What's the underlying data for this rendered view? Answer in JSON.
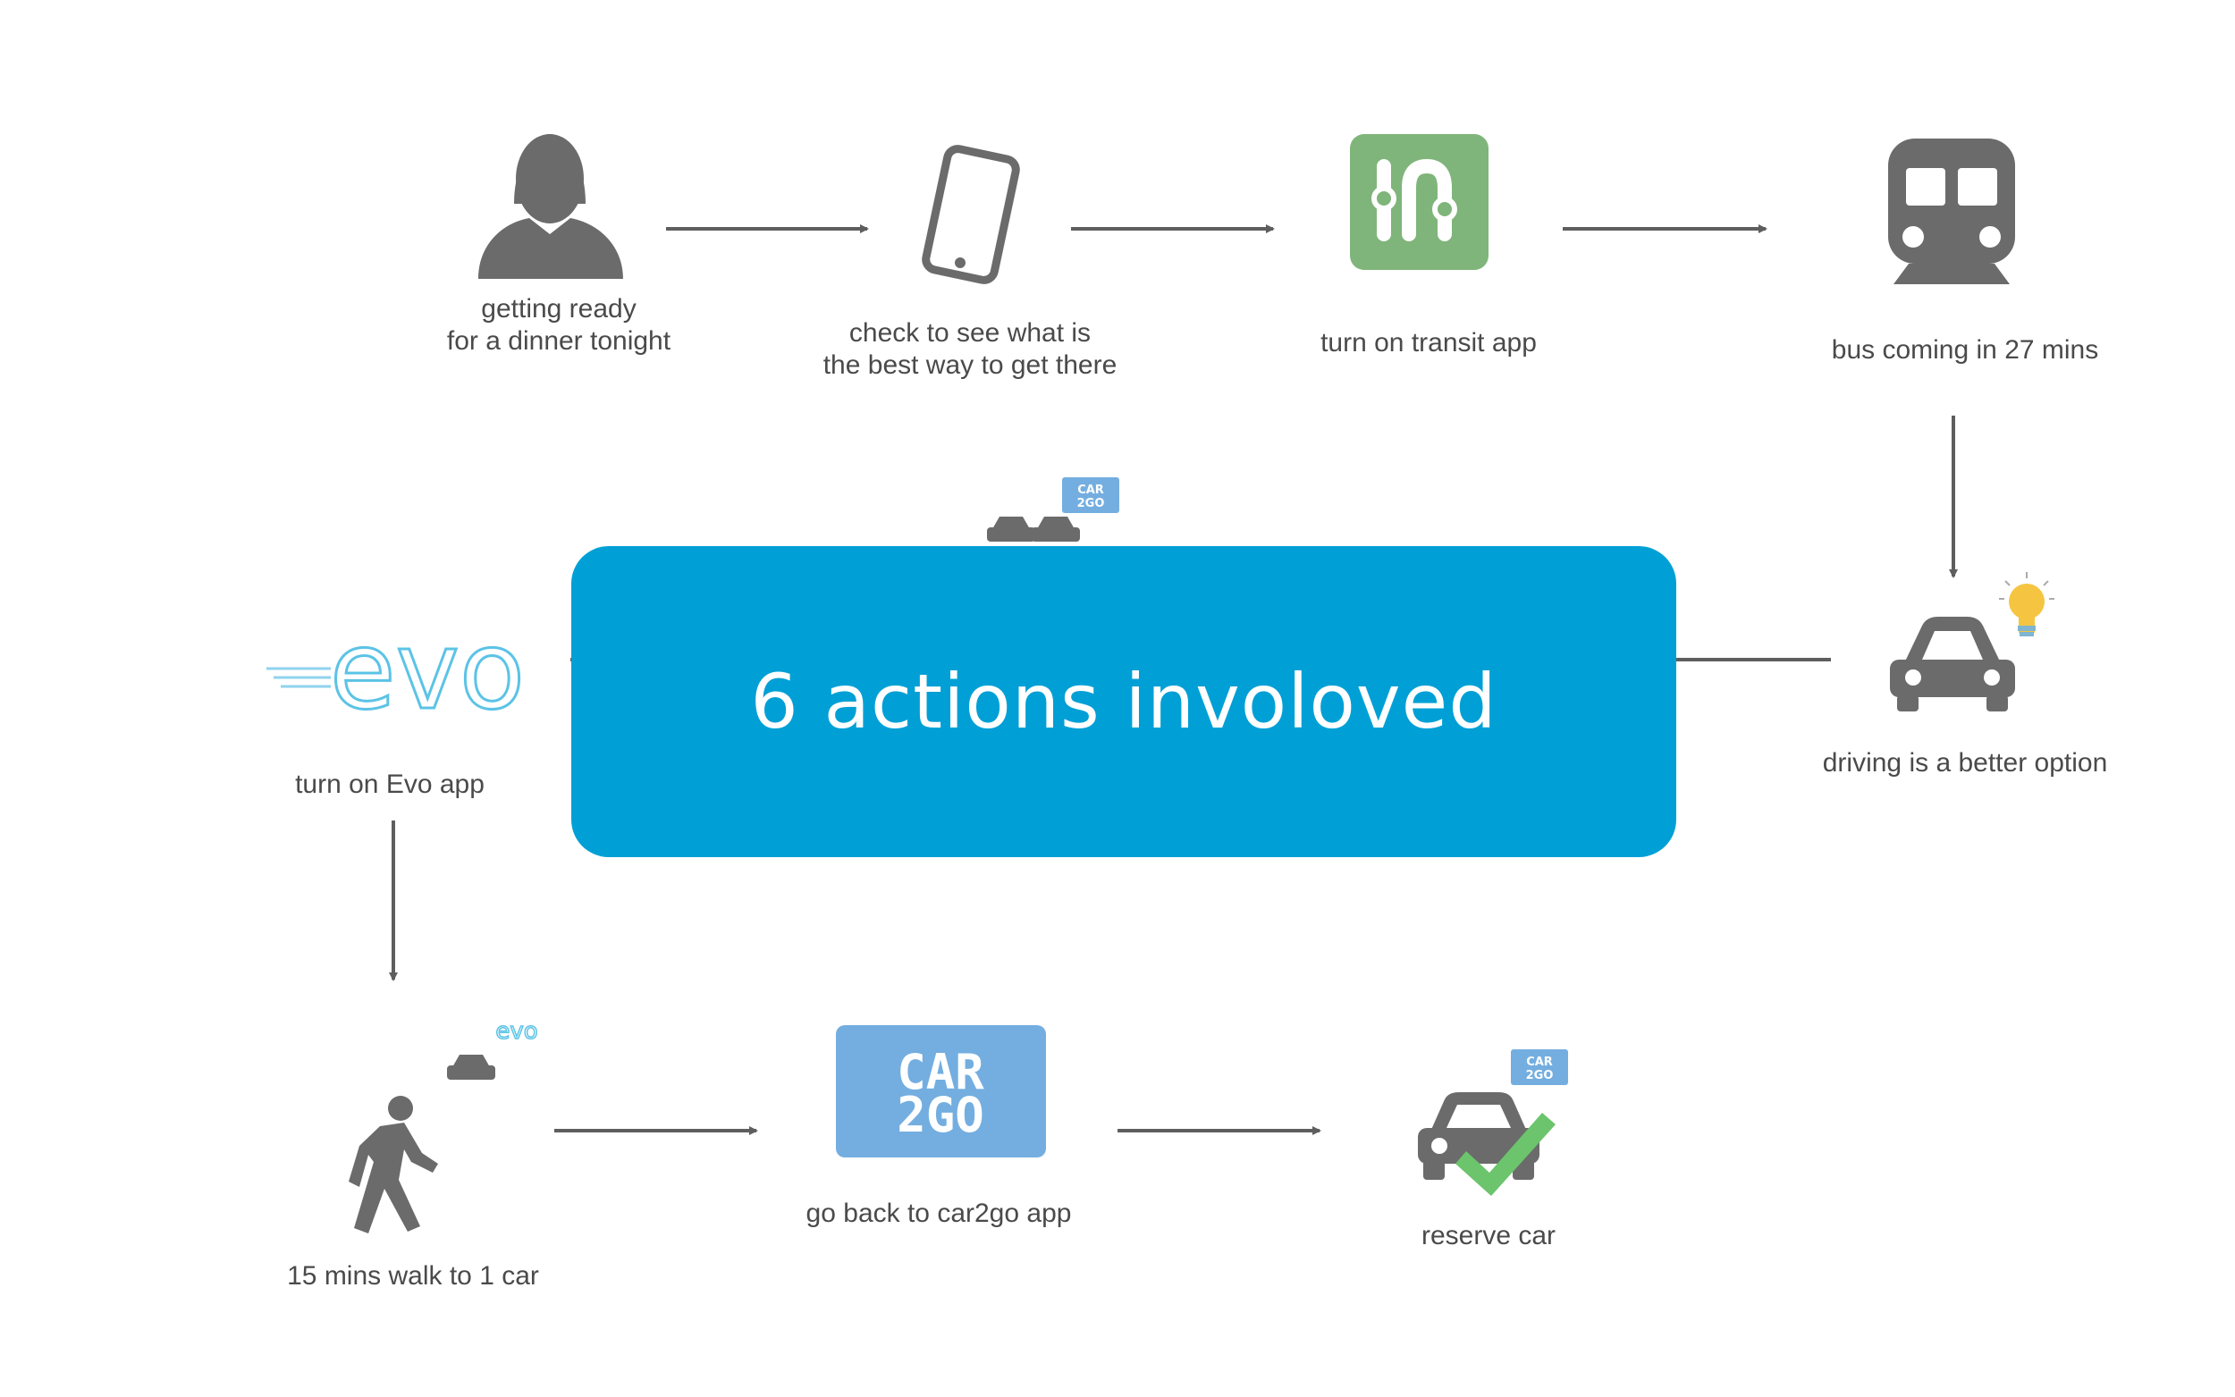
{
  "colors": {
    "background": "#ffffff",
    "icon_gray": "#6b6b6b",
    "arrow_gray": "#5e5e5e",
    "text_gray": "#4a4a4a",
    "transit_green": "#7fb57a",
    "car2go_blue": "#74aee0",
    "evo_blue": "#5bc3e6",
    "overlay_blue": "#00a0d6",
    "bulb_yellow": "#f5c542",
    "check_green": "#6cc46c"
  },
  "steps": [
    {
      "icon": "person-icon",
      "lines": [
        "getting ready",
        "for a dinner tonight"
      ]
    },
    {
      "icon": "phone-icon",
      "lines": [
        "check to see what is",
        "the best way to get there"
      ]
    },
    {
      "icon": "transit-app-icon",
      "lines": [
        "turn on transit app"
      ]
    },
    {
      "icon": "train-icon",
      "lines": [
        "bus coming in 27 mins"
      ]
    },
    {
      "icon": "car-lightbulb-icon",
      "lines": [
        "driving is a better option"
      ]
    },
    {
      "icon": "evo-logo",
      "lines": [
        "turn on Evo app"
      ]
    },
    {
      "icon": "walking-person-icon",
      "lines": [
        "15 mins walk to 1 car"
      ]
    },
    {
      "icon": "car2go-logo",
      "lines": [
        "go back to car2go app"
      ]
    },
    {
      "icon": "car-check-icon",
      "lines": [
        "reserve car"
      ]
    }
  ],
  "logos": {
    "evo": "evo",
    "car2go_line1": "CAR",
    "car2go_line2": "2GO"
  },
  "overlay": {
    "text": "6 actions involoved"
  }
}
